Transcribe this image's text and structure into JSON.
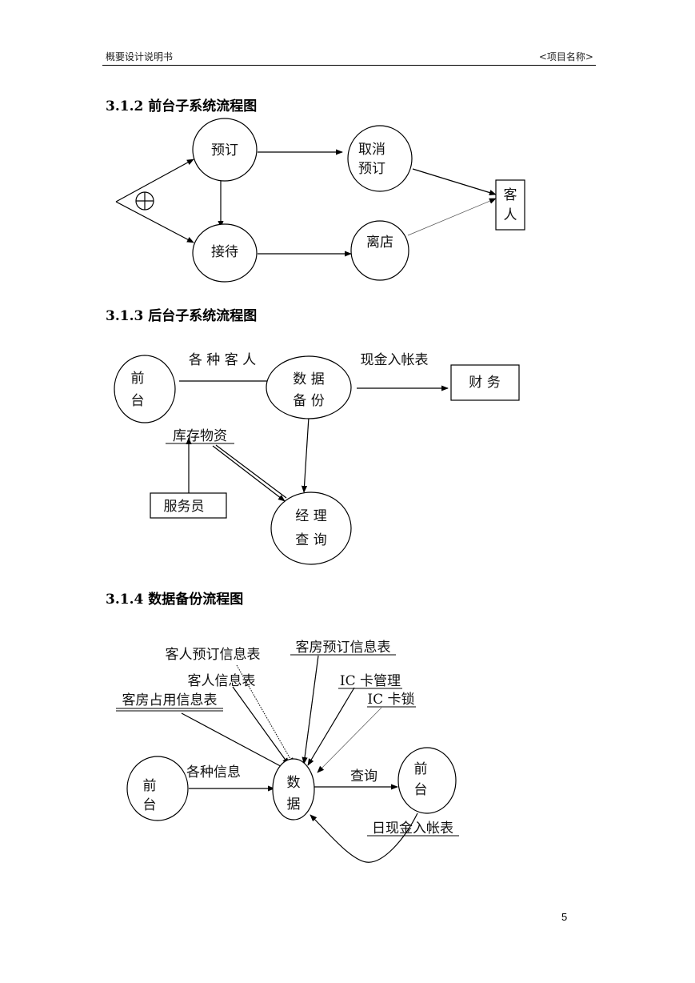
{
  "header": {
    "doc_title": "概要设计说明书",
    "project_name": "<项目名称>"
  },
  "sections": {
    "s312": "3.1.2 前台子系统流程图",
    "s313": "3.1.3 后台子系统流程图",
    "s314": "3.1.4 数据备份流程图"
  },
  "diagram1": {
    "reserve": "预订",
    "cancel_line1": "取消",
    "cancel_line2": "预订",
    "checkin": "接待",
    "checkout": "离店",
    "guest_line1": "客",
    "guest_line2": "人"
  },
  "diagram2": {
    "frontdesk_line1": "前",
    "frontdesk_line2": "台",
    "backup_line1": "数 据",
    "backup_line2": "备 份",
    "finance": "财  务",
    "manager_line1": "经 理",
    "manager_line2": "查 询",
    "staff": "服务员",
    "label_guests": "各 种 客 人",
    "label_cash": "现金入帐表",
    "label_inventory": "库存物资"
  },
  "diagram3": {
    "frontdesk_left_line1": "前",
    "frontdesk_left_line2": "台",
    "data_line1": "数",
    "data_line2": "据",
    "frontdesk_right_line1": "前",
    "frontdesk_right_line2": "台",
    "label_info": "各种信息",
    "label_query": "查询",
    "label_guest_reserve": "客人预订信息表",
    "label_room_reserve": "客房预订信息表",
    "label_guest_info": "客人信息表",
    "label_ic_card": "IC 卡管理",
    "label_room_occupancy": "客房占用信息表",
    "label_ic_lock": "IC 卡锁",
    "label_daily_cash": "日现金入帐表"
  },
  "page_number": "5"
}
